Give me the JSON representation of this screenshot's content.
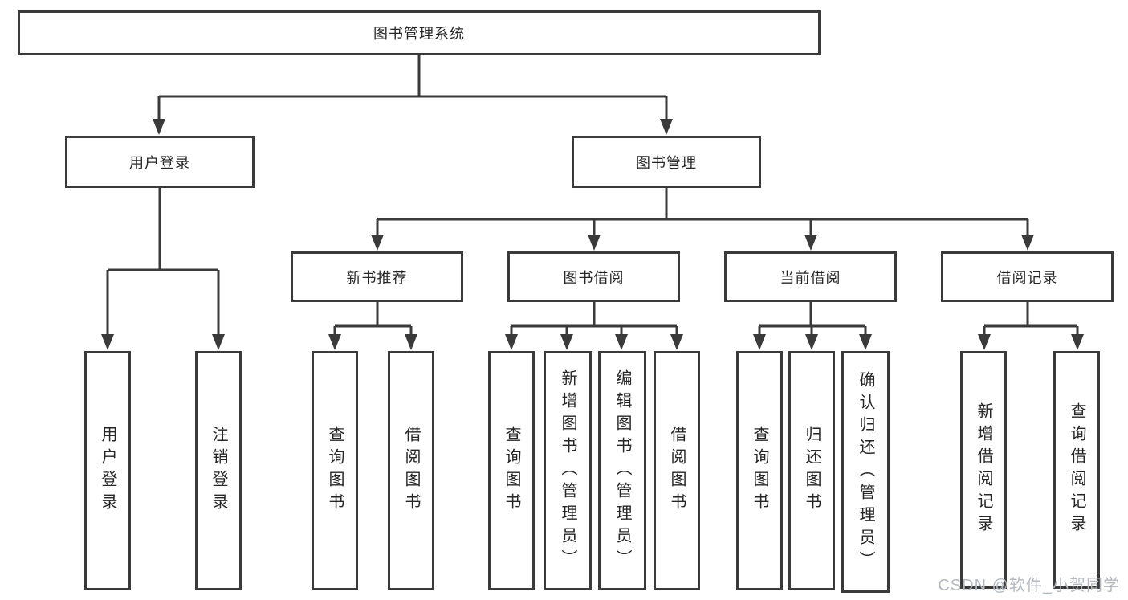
{
  "diagram": {
    "title": "图书管理系统",
    "watermark": "CSDN @软件_小贺同学",
    "colors": {
      "line": "#3a3a3a",
      "text": "#262626",
      "box_bg": "#ffffff",
      "watermark": "#b4bac0"
    },
    "tree": {
      "label": "图书管理系统",
      "children": [
        {
          "label": "用户登录",
          "children": [
            {
              "label": "用户登录"
            },
            {
              "label": "注销登录"
            }
          ]
        },
        {
          "label": "图书管理",
          "children": [
            {
              "label": "新书推荐",
              "children": [
                {
                  "label": "查询图书"
                },
                {
                  "label": "借阅图书"
                }
              ]
            },
            {
              "label": "图书借阅",
              "children": [
                {
                  "label": "查询图书"
                },
                {
                  "label": "新增图书（管理员）"
                },
                {
                  "label": "编辑图书（管理员）"
                },
                {
                  "label": "借阅图书"
                }
              ]
            },
            {
              "label": "当前借阅",
              "children": [
                {
                  "label": "查询图书"
                },
                {
                  "label": "归还图书"
                },
                {
                  "label": "确认归还（管理员）"
                }
              ]
            },
            {
              "label": "借阅记录",
              "children": [
                {
                  "label": "新增借阅记录"
                },
                {
                  "label": "查询借阅记录"
                }
              ]
            }
          ]
        }
      ]
    }
  }
}
